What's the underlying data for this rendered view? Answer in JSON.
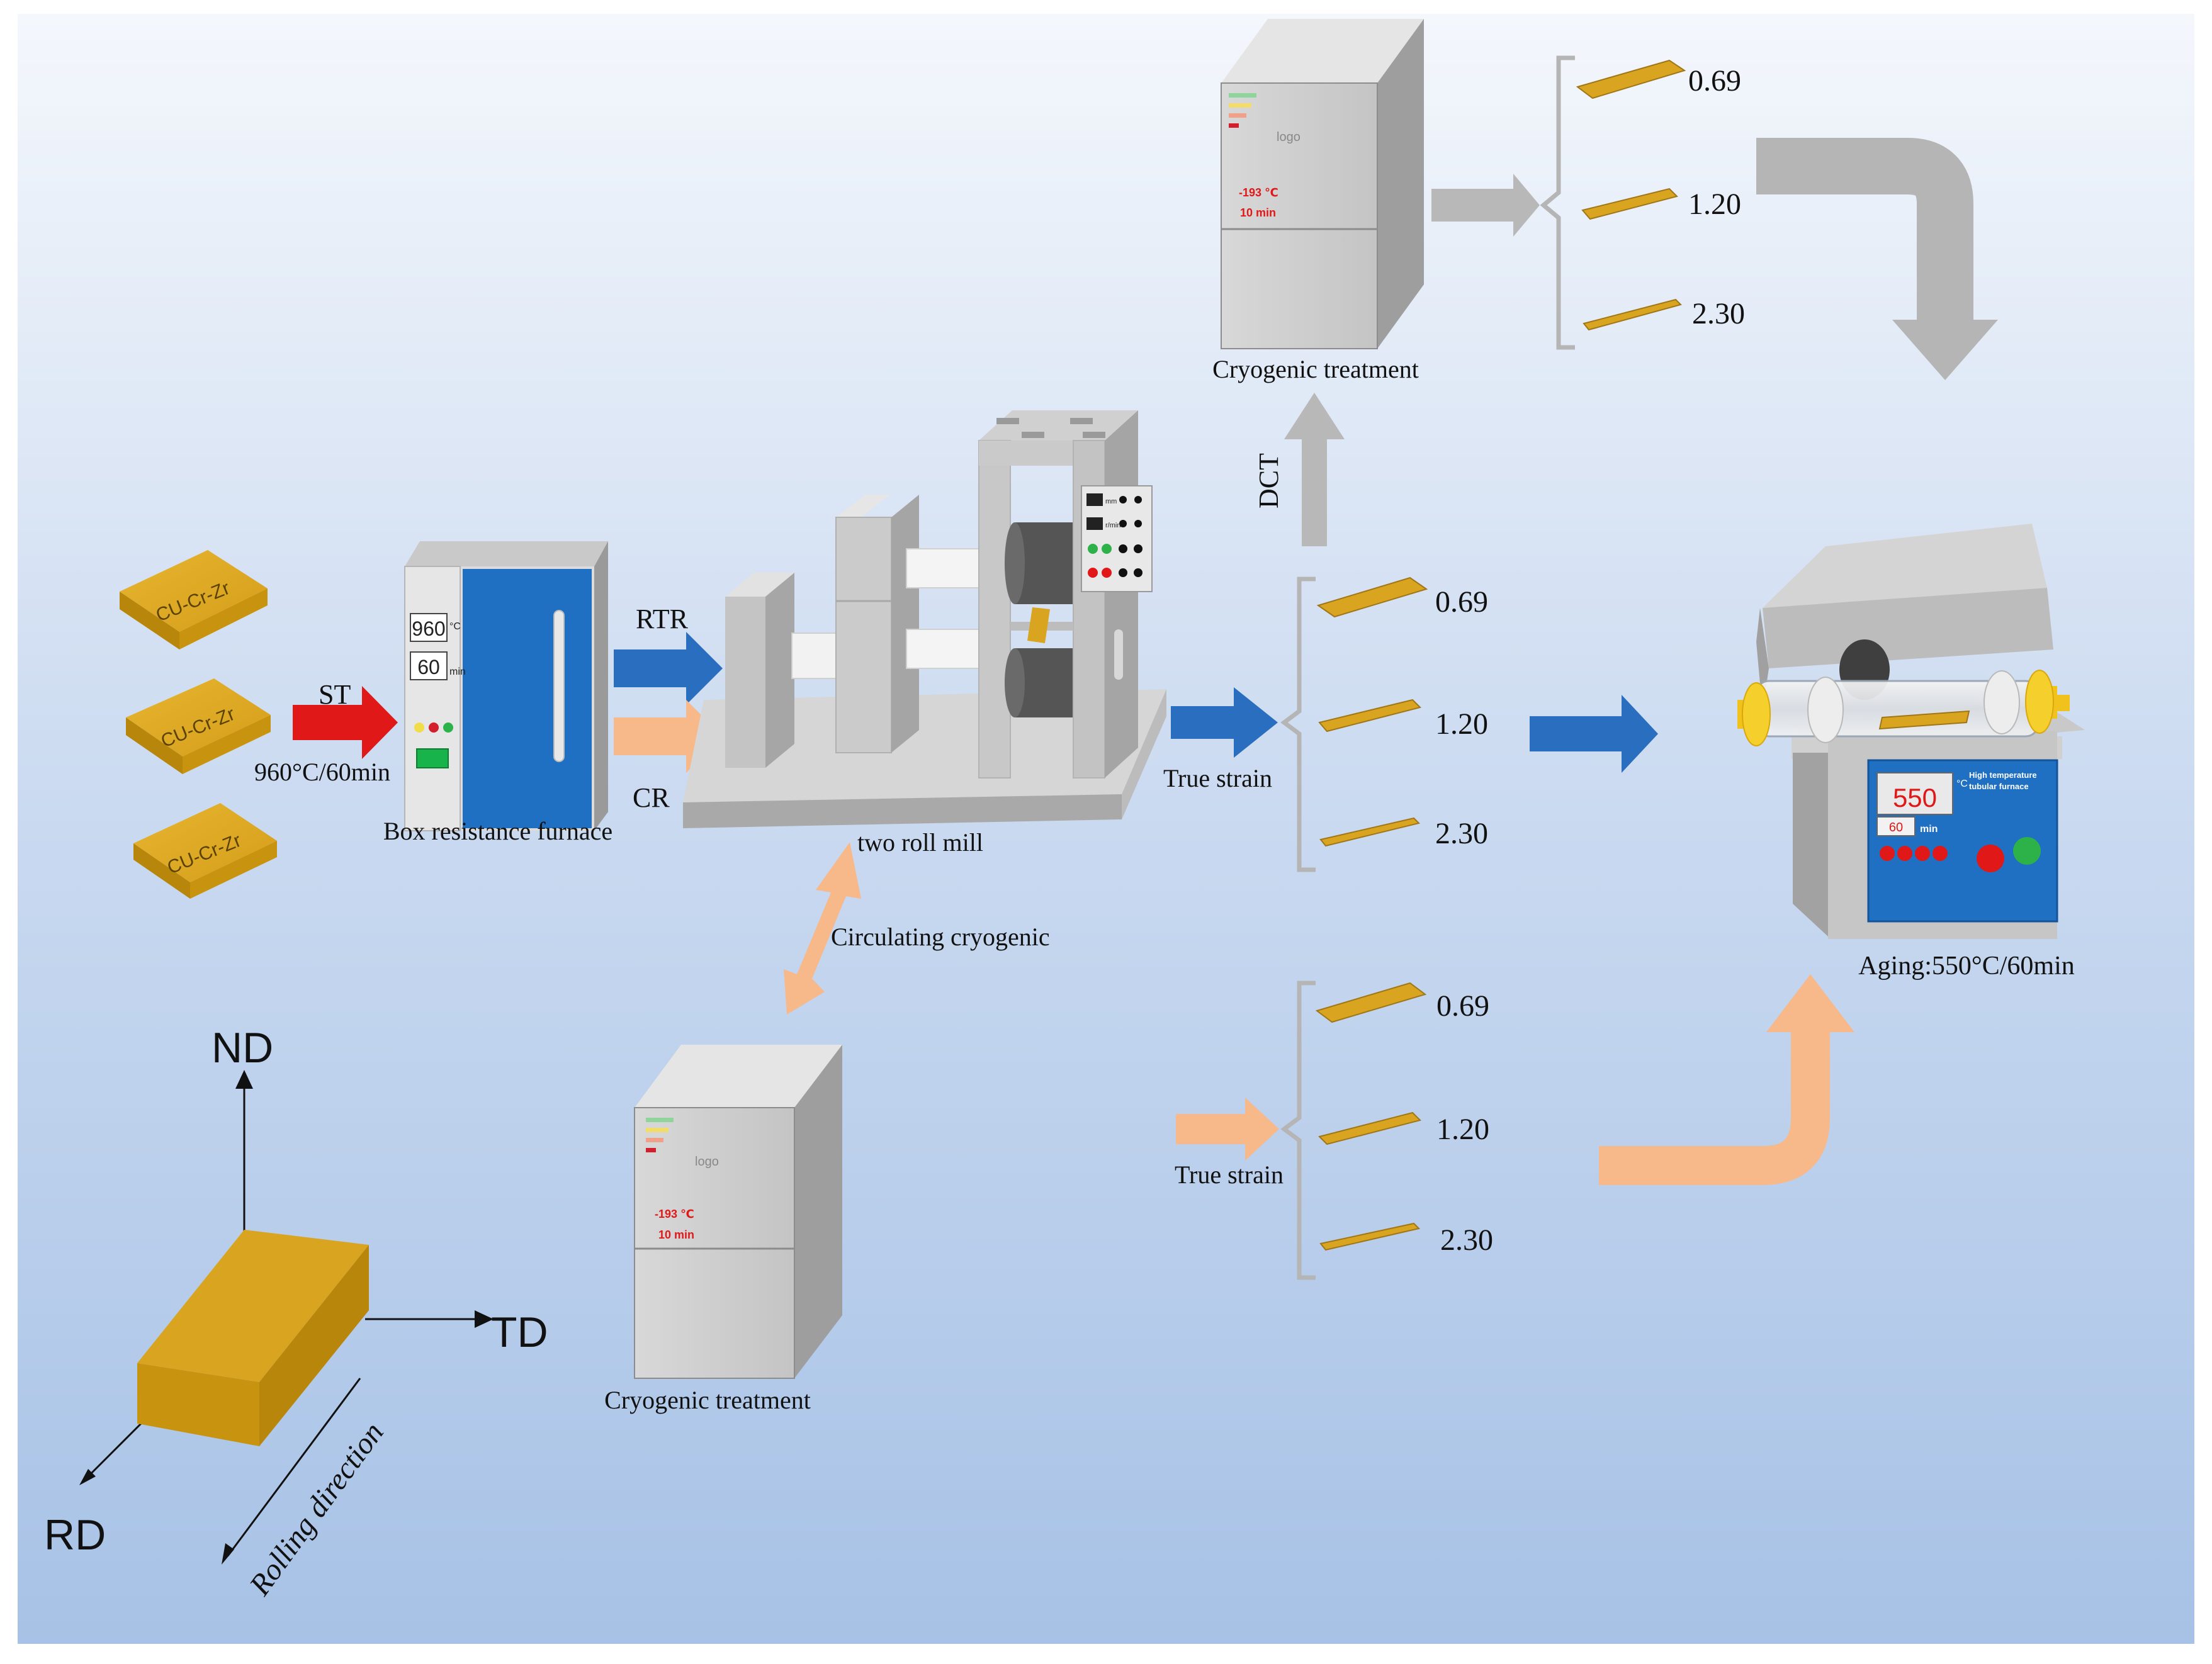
{
  "colors": {
    "gold": "#d9a520",
    "gold_dark": "#b8860b",
    "blue_arrow": "#2a6fbf",
    "peach_arrow": "#f7b88a",
    "red_arrow": "#e01818",
    "gray_arrow": "#b8b8b8",
    "panel_blue": "#1f6fc2",
    "bg_top": "#ecf2fa",
    "bg_bottom": "#a9c4e7"
  },
  "labels": {
    "st": "ST",
    "st_condition": "960°C/60min",
    "rtr": "RTR",
    "cr": "CR",
    "dct": "DCT",
    "circulating": "Circulating cryogenic",
    "true_strain_top": "True strain",
    "true_strain_bottom": "True strain"
  },
  "samples": {
    "alloy_label": "CU-Cr-Zr"
  },
  "furnace": {
    "caption": "Box resistance furnace",
    "temp_value": "960",
    "temp_unit": "°C",
    "time_value": "60",
    "time_unit": "min"
  },
  "mill": {
    "caption": "two roll mill",
    "unit_mm": "mm",
    "unit_min": "r/min"
  },
  "cryo_top": {
    "caption": "Cryogenic treatment",
    "logo": "logo",
    "temp": "-193 ℃",
    "time": "10 min"
  },
  "cryo_bottom": {
    "caption": "Cryogenic treatment",
    "logo": "logo",
    "temp": "-193 ℃",
    "time": "10 min"
  },
  "aging": {
    "caption": "Aging:550°C/60min",
    "temp_value": "550",
    "temp_unit": "°C",
    "time_value": "60",
    "time_unit": "min",
    "panel_title_1": "High temperature",
    "panel_title_2": "tubular furnace"
  },
  "strain_groups": {
    "dct": [
      "0.69",
      "1.20",
      "2.30"
    ],
    "rtr": [
      "0.69",
      "1.20",
      "2.30"
    ],
    "cr": [
      "0.69",
      "1.20",
      "2.30"
    ]
  },
  "axes": {
    "nd": "ND",
    "td": "TD",
    "rd": "RD",
    "rolling_direction": "Rolling direction"
  }
}
